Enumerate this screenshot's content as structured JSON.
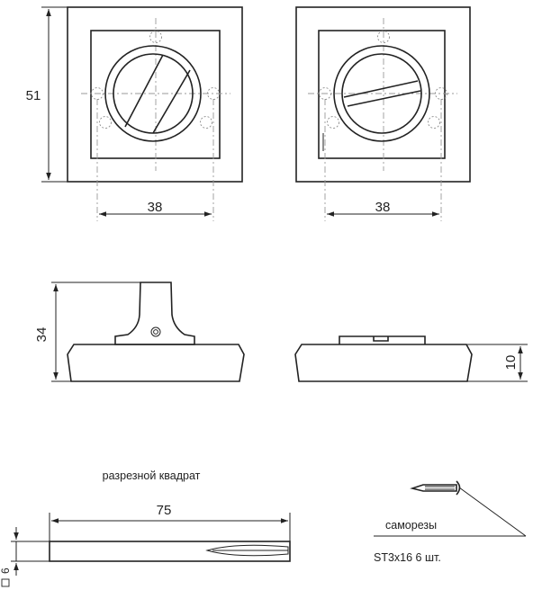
{
  "dimensions": {
    "plate_height": "51",
    "hole_spacing_left": "38",
    "hole_spacing_right": "38",
    "total_height": "34",
    "base_height": "10",
    "spindle_length": "75",
    "spindle_square": "6"
  },
  "labels": {
    "spindle_caption": "разрезной квадрат",
    "screws_caption": "саморезы",
    "screws_spec": "ST3x16 6 шт."
  },
  "colors": {
    "line": "#222222",
    "centerline": "#9a9a9a"
  }
}
